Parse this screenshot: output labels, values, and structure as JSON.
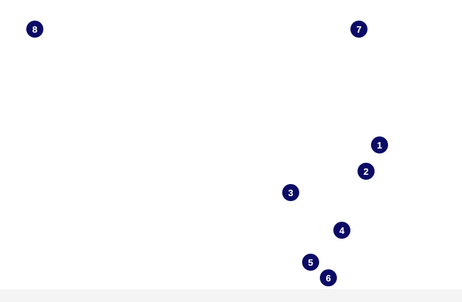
{
  "colors": {
    "background": "#ffffff",
    "marker_fill": "#0b0b66",
    "marker_text": "#ffffff"
  },
  "markers": [
    {
      "label": "8"
    },
    {
      "label": "7"
    },
    {
      "label": "1"
    },
    {
      "label": "2"
    },
    {
      "label": "3"
    },
    {
      "label": "4"
    },
    {
      "label": "5"
    },
    {
      "label": "6"
    }
  ]
}
